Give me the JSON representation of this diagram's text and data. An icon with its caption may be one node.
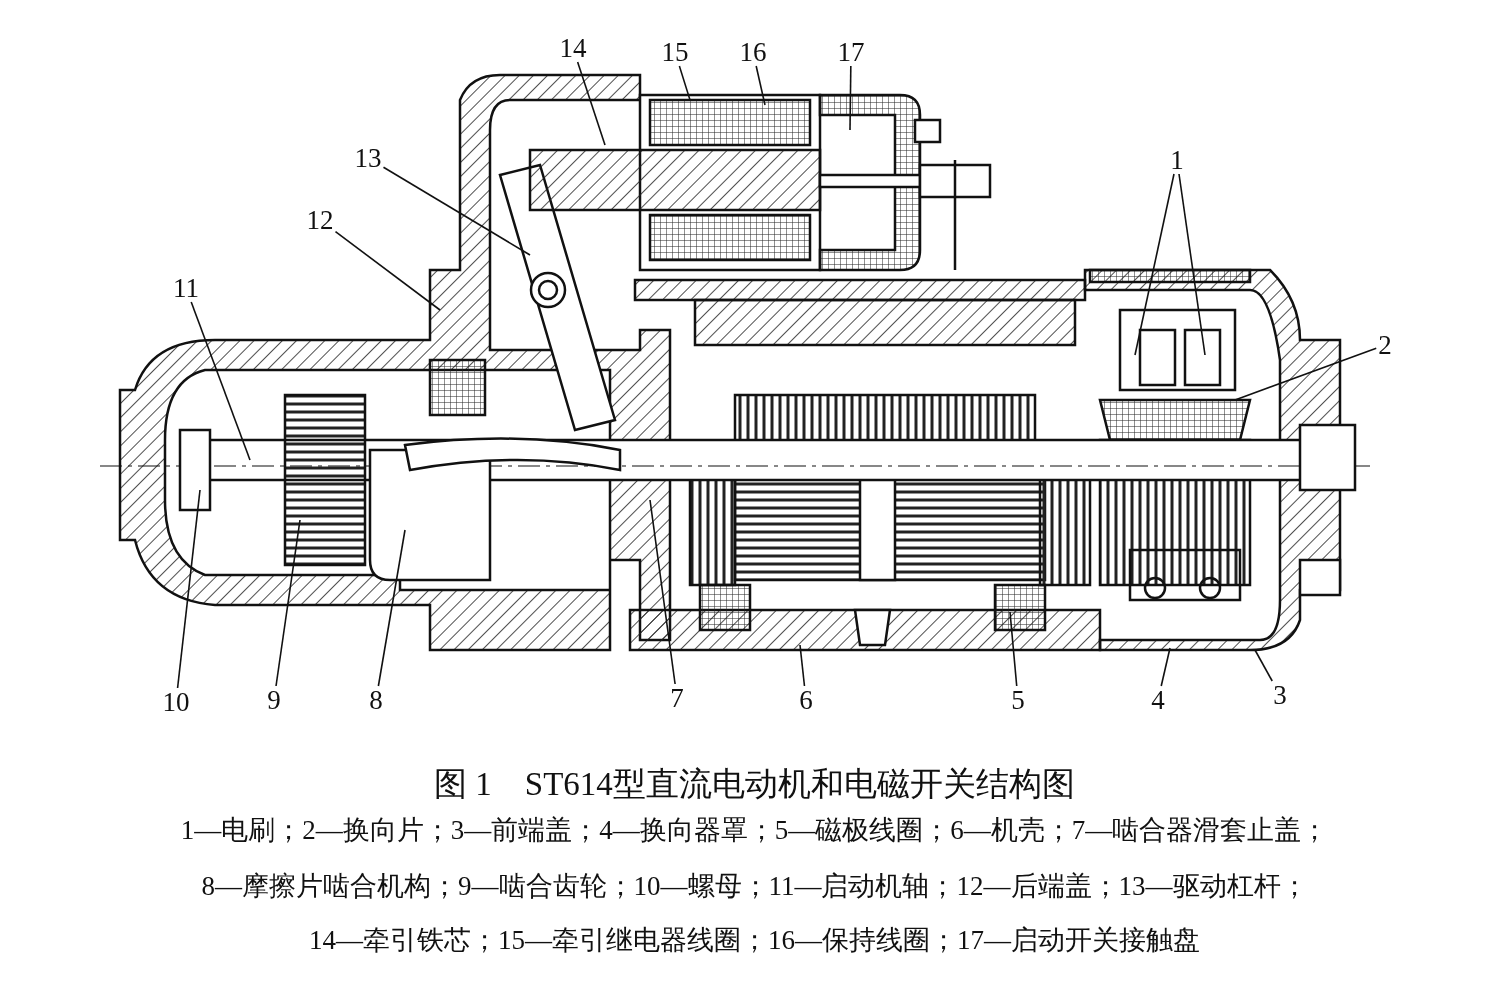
{
  "diagram": {
    "caption": "图 1　ST614型直流电动机和电磁开关结构图",
    "nodes": [
      {
        "text": [
          "1"
        ]
      },
      {
        "text": [
          "2"
        ]
      },
      {
        "text": [
          "3"
        ]
      },
      {
        "text": [
          "4"
        ]
      },
      {
        "text": [
          "5"
        ]
      },
      {
        "text": [
          "6"
        ]
      },
      {
        "text": [
          "7"
        ]
      },
      {
        "text": [
          "8"
        ]
      },
      {
        "text": [
          "9"
        ]
      },
      {
        "text": [
          "10"
        ]
      },
      {
        "text": [
          "11"
        ]
      },
      {
        "text": [
          "12"
        ]
      },
      {
        "text": [
          "13"
        ]
      },
      {
        "text": [
          "14"
        ]
      },
      {
        "text": [
          "15"
        ]
      },
      {
        "text": [
          "16"
        ]
      },
      {
        "text": [
          "17"
        ]
      }
    ],
    "edges": [
      {
        "from": 0,
        "to": null,
        "arrow": "none"
      },
      {
        "from": 0,
        "to": null,
        "arrow": "none"
      },
      {
        "from": 1,
        "to": null,
        "arrow": "none"
      },
      {
        "from": 2,
        "to": null,
        "arrow": "none"
      },
      {
        "from": 3,
        "to": null,
        "arrow": "none"
      },
      {
        "from": 4,
        "to": null,
        "arrow": "none"
      },
      {
        "from": 5,
        "to": null,
        "arrow": "none"
      },
      {
        "from": 6,
        "to": null,
        "arrow": "none"
      },
      {
        "from": 7,
        "to": null,
        "arrow": "none"
      },
      {
        "from": 8,
        "to": null,
        "arrow": "none"
      },
      {
        "from": 9,
        "to": null,
        "arrow": "none"
      },
      {
        "from": 10,
        "to": null,
        "arrow": "none"
      },
      {
        "from": 11,
        "to": null,
        "arrow": "none"
      },
      {
        "from": 12,
        "to": null,
        "arrow": "none"
      },
      {
        "from": 13,
        "to": null,
        "arrow": "none"
      },
      {
        "from": 14,
        "to": null,
        "arrow": "none"
      },
      {
        "from": 15,
        "to": null,
        "arrow": "none"
      },
      {
        "from": 16,
        "to": null,
        "arrow": "none"
      }
    ],
    "labels": [
      "1—电刷；",
      "2—换向片；",
      "3—前端盖；",
      "4—换向器罩；",
      "5—磁极线圈；",
      "6—机壳；",
      "7—啮合器滑套止盖；",
      "8—摩擦片啮合机构；",
      "9—啮合齿轮；",
      "10—螺母；",
      "11—启动机轴；",
      "12—后端盖；",
      "13—驱动杠杆；",
      "14—牵引铁芯；",
      "15—牵引继电器线圈；",
      "16—保持线圈；",
      "17—启动开关接触盘"
    ]
  }
}
